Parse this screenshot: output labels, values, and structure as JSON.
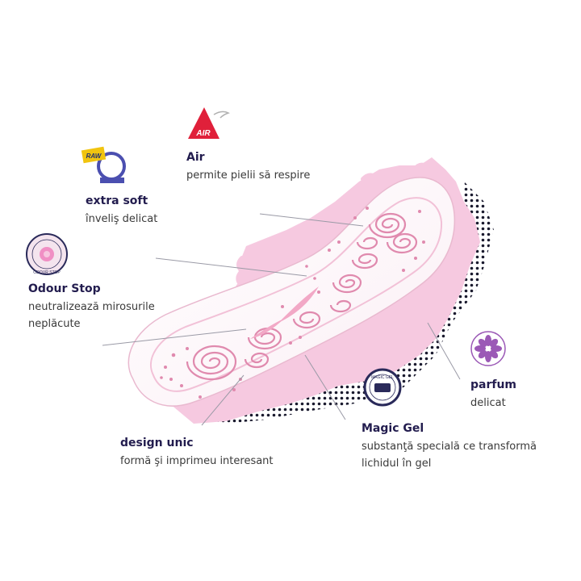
{
  "features": {
    "air": {
      "title": "Air",
      "desc": [
        "permite pielii să respire"
      ],
      "icon": "air-triangle-icon",
      "icon_text": "AIR",
      "color": "#e0203a"
    },
    "extra_soft": {
      "title": "extra soft",
      "desc": [
        "înveliş delicat"
      ],
      "icon": "extra-soft-badge-icon",
      "icon_text": "RAW"
    },
    "odour_stop": {
      "title": "Odour Stop",
      "desc": [
        "neutralizează mirosurile",
        "neplăcute"
      ],
      "icon": "odour-stop-seal-icon",
      "icon_text": "ODOUR STOP"
    },
    "parfum": {
      "title": "parfum",
      "desc": [
        "delicat"
      ],
      "icon": "flower-icon",
      "color": "#9b59b6"
    },
    "magic_gel": {
      "title": "Magic Gel",
      "desc": [
        "substanţă specială ce transformă",
        "lichidul în gel"
      ],
      "icon": "magic-gel-seal-icon",
      "icon_text": "MAGIC GEL"
    },
    "design_unic": {
      "title": "design unic",
      "desc": [
        "formă şi imprimeu interesant"
      ]
    }
  },
  "colors": {
    "pink_wing": "#f6c9e0",
    "pink_print": "#e08aae",
    "title": "#221c4e",
    "dots": "#1a1a2e"
  }
}
